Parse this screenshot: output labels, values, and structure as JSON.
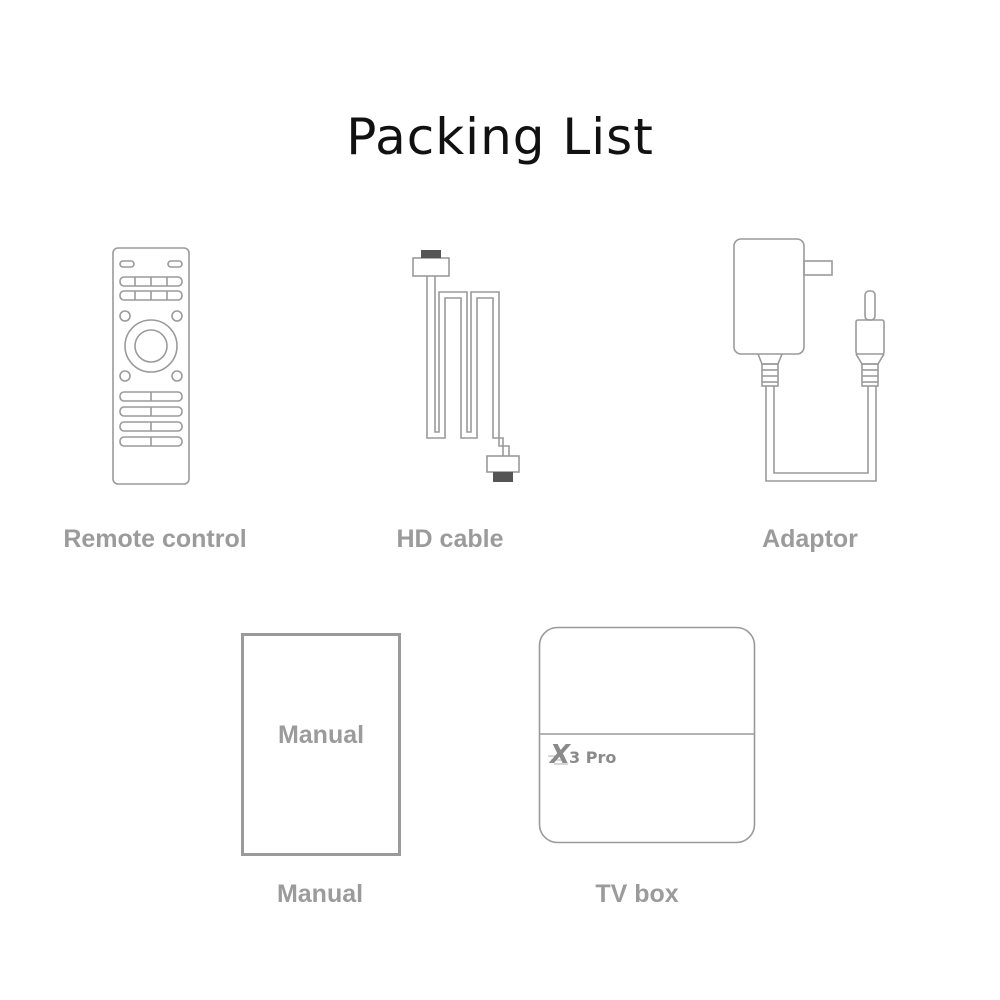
{
  "title": "Packing List",
  "items": [
    {
      "label": "Remote control",
      "icon": "remote-control-icon"
    },
    {
      "label": "HD cable",
      "icon": "hdmi-cable-icon"
    },
    {
      "label": "Adaptor",
      "icon": "power-adaptor-icon"
    },
    {
      "label": "Manual",
      "icon": "manual-booklet-icon",
      "cover_text": "Manual"
    },
    {
      "label": "TV box",
      "icon": "tv-box-icon",
      "brand_x": "X",
      "brand_model": "3 Pro"
    }
  ],
  "colors": {
    "outline": "#9a9a9a",
    "label": "#9b9b9b",
    "title": "#111111",
    "plug_dark": "#555555"
  }
}
